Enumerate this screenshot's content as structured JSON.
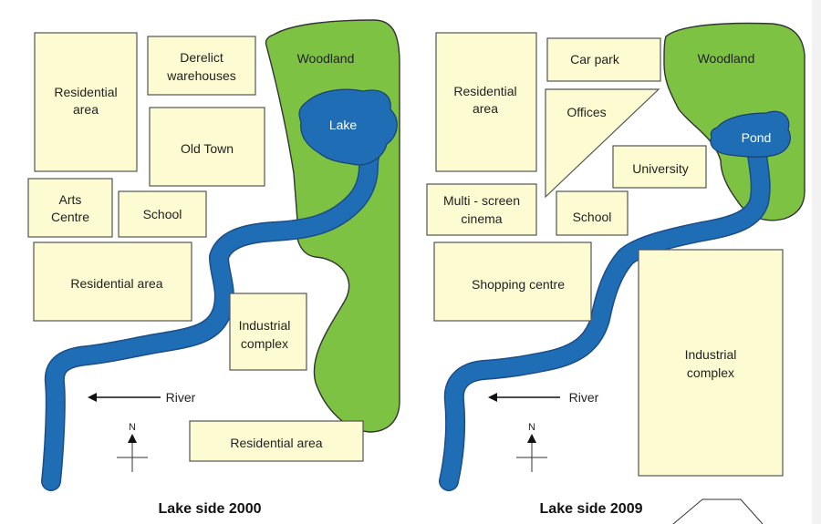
{
  "maps": [
    {
      "caption": "Lake side 2000",
      "labels": {
        "residential_area_top": [
          "Residential",
          "area"
        ],
        "derelict_warehouses": [
          "Derelict",
          "warehouses"
        ],
        "woodland": "Woodland",
        "old_town": "Old Town",
        "lake": "Lake",
        "arts_centre": [
          "Arts",
          "Centre"
        ],
        "school": "School",
        "residential_area_mid": "Residential area",
        "industrial_complex": [
          "Industrial",
          "complex"
        ],
        "river": "River",
        "north": "N",
        "residential_area_bottom": "Residential area"
      }
    },
    {
      "caption": "Lake side 2009",
      "labels": {
        "residential_area": [
          "Residential",
          "area"
        ],
        "car_park": "Car park",
        "woodland": "Woodland",
        "offices": "Offices",
        "pond": "Pond",
        "university": "University",
        "multi_screen_cinema": [
          "Multi - screen",
          "cinema"
        ],
        "school": "School",
        "shopping_centre": "Shopping centre",
        "industrial_complex": [
          "Industrial",
          "complex"
        ],
        "river": "River",
        "north": "N"
      }
    }
  ],
  "colors": {
    "block_fill": "#fdfbd2",
    "woodland": "#7dc242",
    "water": "#1f6eb5"
  }
}
